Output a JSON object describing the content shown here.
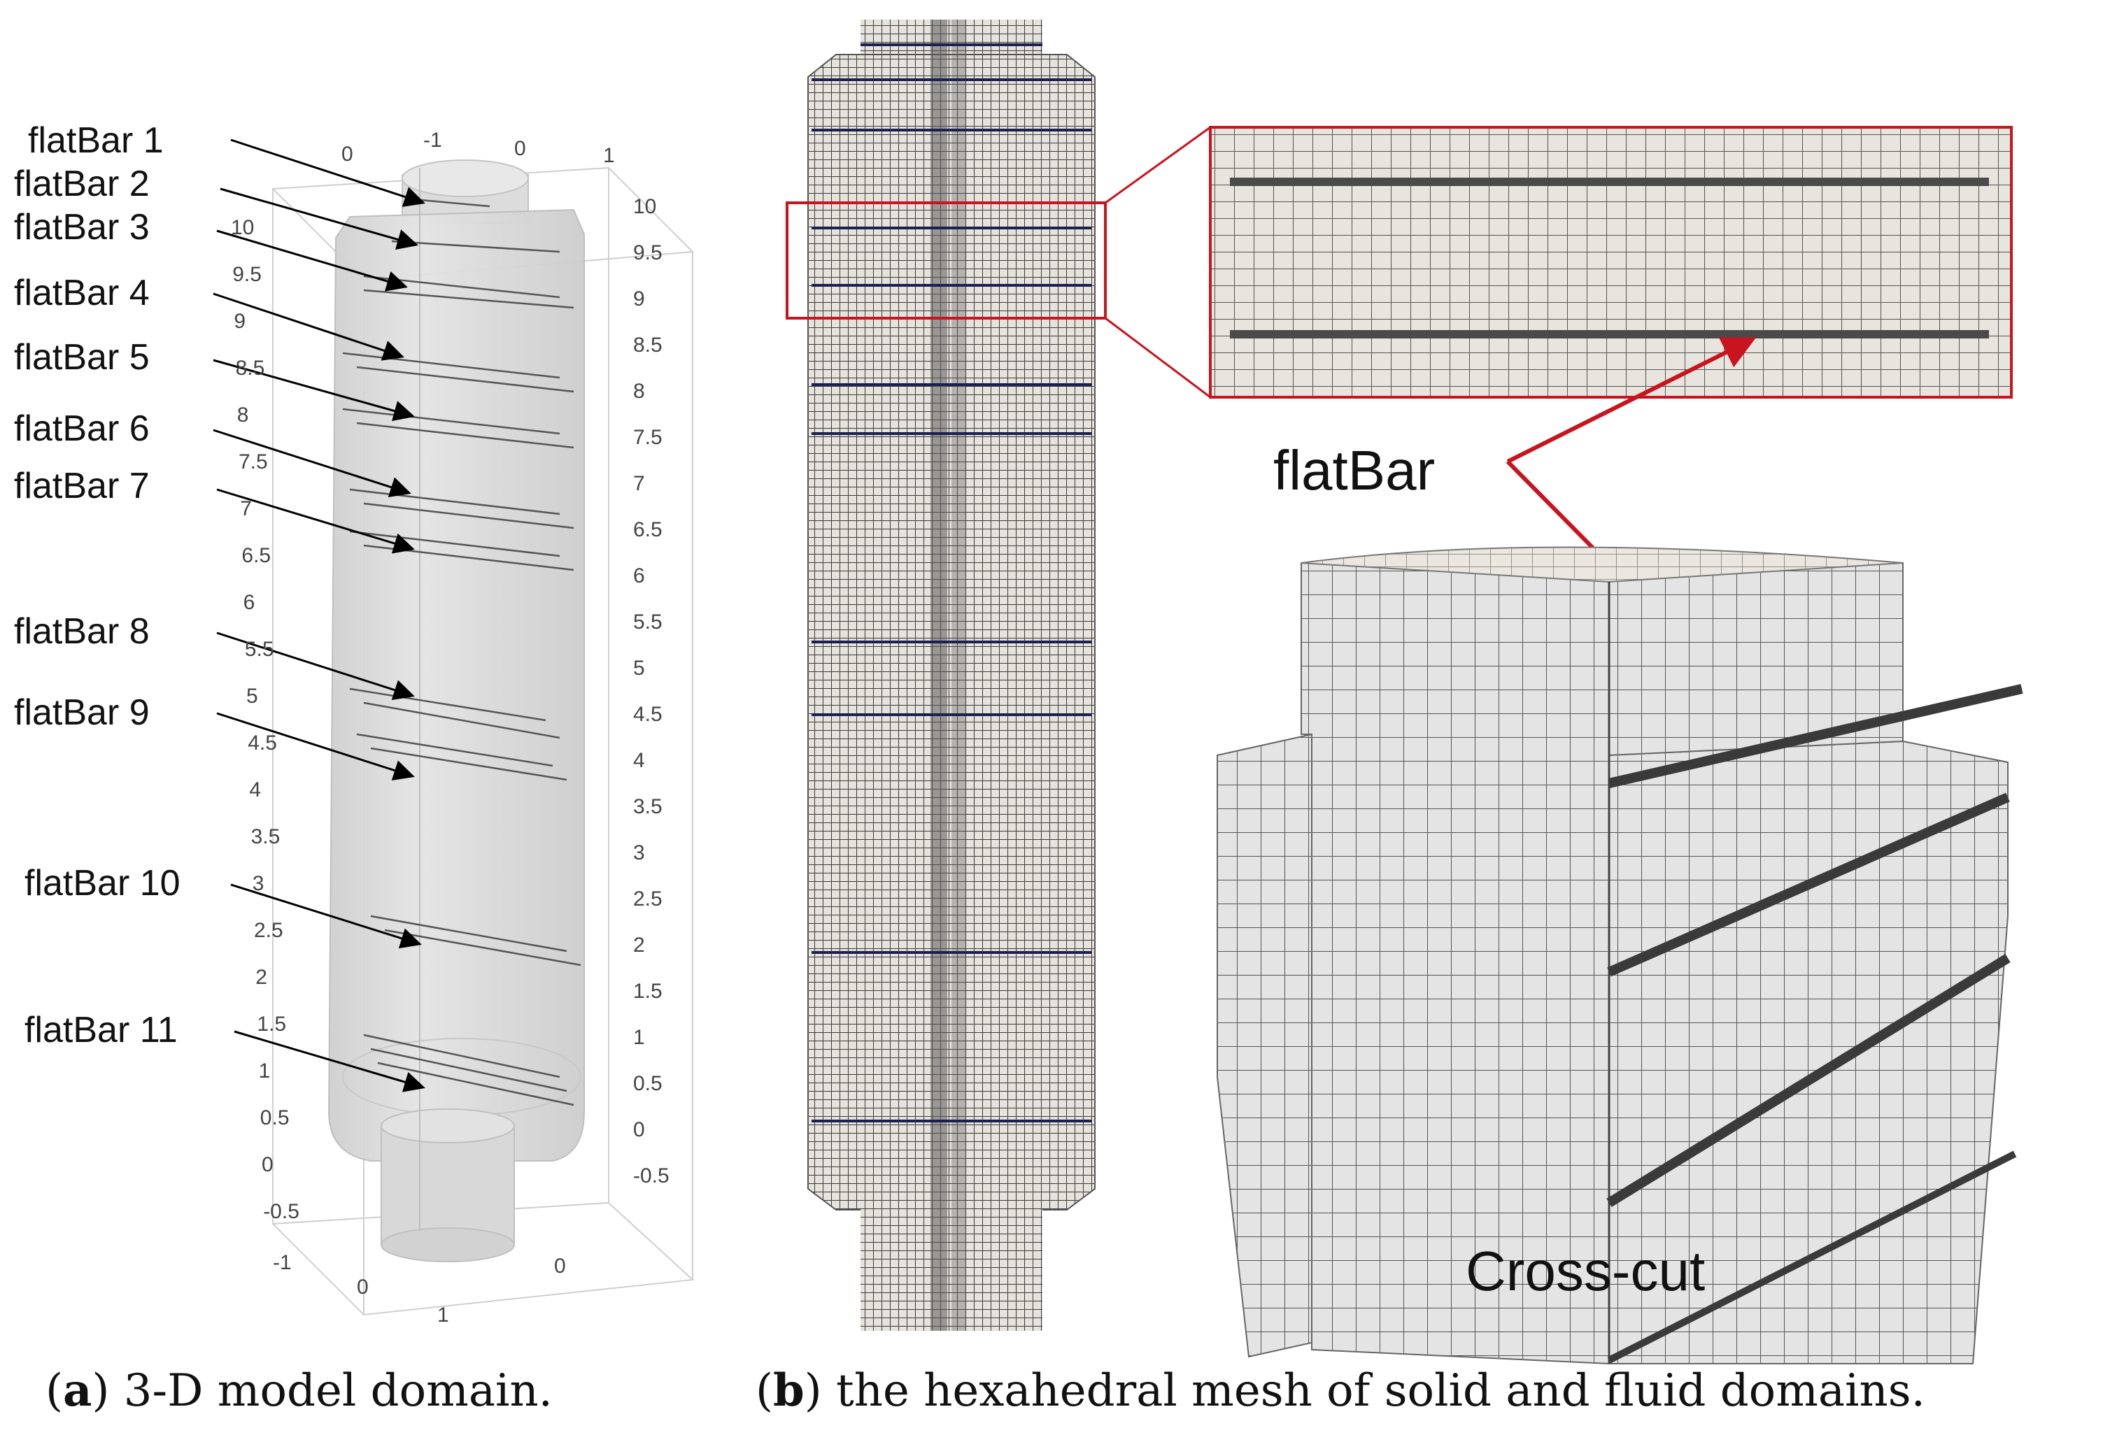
{
  "panel_a": {
    "flatbar_labels": [
      "flatBar 1",
      "flatBar 2",
      "flatBar 3",
      "flatBar 4",
      "flatBar 5",
      "flatBar 6",
      "flatBar 7",
      "flatBar 8",
      "flatBar 9",
      "flatBar 10",
      "flatBar 11"
    ],
    "axis_left_ticks": [
      "10",
      "9.5",
      "9",
      "8.5",
      "8",
      "7.5",
      "7",
      "6.5",
      "6",
      "5.5",
      "5",
      "4.5",
      "4",
      "3.5",
      "3",
      "2.5",
      "2",
      "1.5",
      "1",
      "0.5",
      "0",
      "-0.5"
    ],
    "axis_right_ticks": [
      "10",
      "9.5",
      "9",
      "8.5",
      "8",
      "7.5",
      "7",
      "6.5",
      "6",
      "5.5",
      "5",
      "4.5",
      "4",
      "3.5",
      "3",
      "2.5",
      "2",
      "1.5",
      "1",
      "0.5",
      "0",
      "-0.5"
    ],
    "axis_top_ticks": [
      "0",
      "-1",
      "0",
      "1"
    ],
    "axis_bottom_ticks": [
      "-1",
      "0",
      "1",
      "0"
    ],
    "caption_letter": "a",
    "caption_text": " 3-D model domain."
  },
  "panel_b": {
    "callout_label": "flatBar",
    "crosscut_label": "Cross-cut",
    "caption_letter": "b",
    "caption_text": " the hexahedral mesh of solid and fluid domains."
  },
  "colors": {
    "highlight_red": "#c8141e",
    "mesh_line": "#3c3c3c",
    "mesh_fill": "#e6e2dc",
    "flatbar_band": "#1a2050"
  }
}
